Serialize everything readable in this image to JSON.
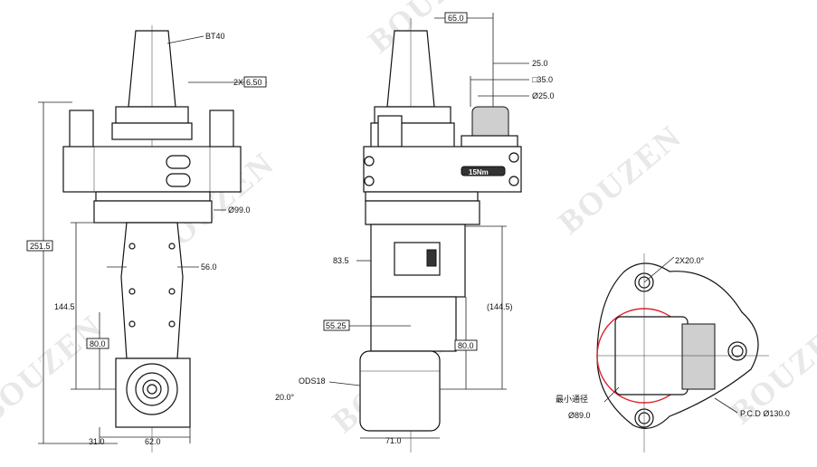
{
  "watermark": "BOUZEN",
  "front_view": {
    "holder": "BT40",
    "hole_spec": "2X",
    "hole_dia": "6.50",
    "flange_dia": "Ø99.0",
    "overall_height": "251.5",
    "body_width": "56.0",
    "body_height": "144.5",
    "head_height": "80.0",
    "offset": "31.0",
    "head_width": "62.0"
  },
  "side_view": {
    "w65": "65.0",
    "d25": "25.0",
    "sq35": "□35.0",
    "dia25": "Ø25.0",
    "torque": "15Nm",
    "h83": "83.5",
    "h55": "55.25",
    "h144": "(144.5)",
    "h80": "80.0",
    "ods": "ODS18",
    "angle": "20.0°",
    "w71": "71.0"
  },
  "bottom_view": {
    "angle_spec": "2X20.0°",
    "min_dia_label": "最小通径",
    "min_dia": "Ø89.0",
    "pcd": "P.C.D Ø130.0"
  }
}
